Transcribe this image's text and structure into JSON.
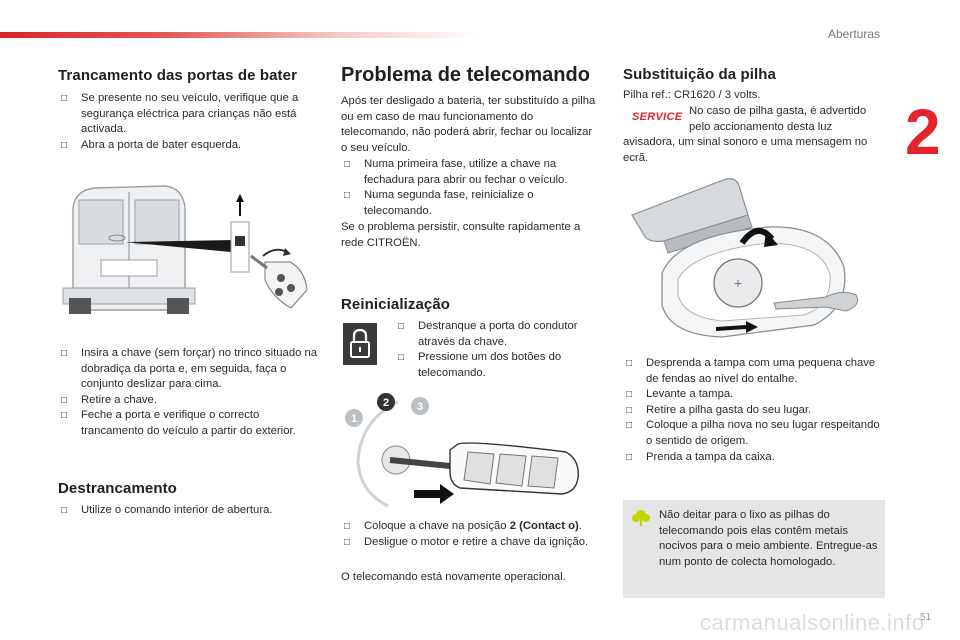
{
  "header": {
    "section": "Aberturas",
    "chapter": "2"
  },
  "col1": {
    "title": "Trancamento das portas de bater",
    "bullets1": [
      "Se presente no seu veículo, verifique que a segurança eléctrica para crianças não está activada.",
      "Abra a porta de bater esquerda."
    ],
    "bullets2": [
      "Insira a chave (sem forçar) no trinco situado na dobradiça da porta e, em seguida, faça o conjunto deslizar para cima.",
      "Retire a chave.",
      "Feche a porta e verifique o correcto trancamento do veículo a partir do exterior."
    ],
    "title2": "Destrancamento",
    "bullets3": [
      "Utilize o comando interior de abertura."
    ]
  },
  "col2": {
    "title": "Problema de telecomando",
    "intro": "Após ter desligado a bateria, ter substituído a pilha ou em caso de mau funcionamento do telecomando, não poderá abrir, fechar ou localizar o seu veículo.",
    "bullets1": [
      "Numa primeira fase, utilize a chave na fechadura para abrir ou fechar o veículo.",
      "Numa segunda fase, reinicialize o telecomando."
    ],
    "outro": "Se o problema persistir, consulte rapidamente a rede CITROËN.",
    "title2": "Reinicialização",
    "bullets2": [
      "Destranque a porta do condutor através da chave.",
      "Pressione um dos botões do telecomando."
    ],
    "step_labels": [
      "1",
      "2",
      "3"
    ],
    "bullets3_a": "Coloque a chave na posição ",
    "bullets3_bold": "2 (Contact o)",
    "bullets3_end": ".",
    "bullets3_b": "Desligue o motor e retire a chave da ignição.",
    "outro2": "O telecomando está novamente operacional."
  },
  "col3": {
    "title": "Substituição da pilha",
    "ref": "Pilha ref.: CR1620 / 3 volts.",
    "service_label": "SERVICE",
    "service_text_a": "No caso de pilha gasta, é advertido pelo accionamento desta luz",
    "service_text_b": "avisadora, um sinal sonoro e uma mensagem no ecrã.",
    "bullets": [
      "Desprenda a tampa com uma pequena chave de fendas ao nível do entalhe.",
      "Levante a tampa.",
      "Retire a pilha gasta do seu lugar.",
      "Coloque a pilha nova no seu lugar respeitando o sentido de origem.",
      "Prenda a tampa da caixa."
    ],
    "note": "Não deitar para o lixo as pilhas do telecomando pois elas contêm metais nocivos para o meio ambiente. Entregue-as num ponto de colecta homologado."
  },
  "footer": {
    "url": "carmanualsonline.info",
    "page": "51"
  },
  "icons": {
    "bullet": "bullet-square-icon",
    "lock": "lock-icon",
    "leaf": "leaf-icon"
  },
  "colors": {
    "accent": "#e4232b",
    "note_bg": "#e5e5e5"
  }
}
